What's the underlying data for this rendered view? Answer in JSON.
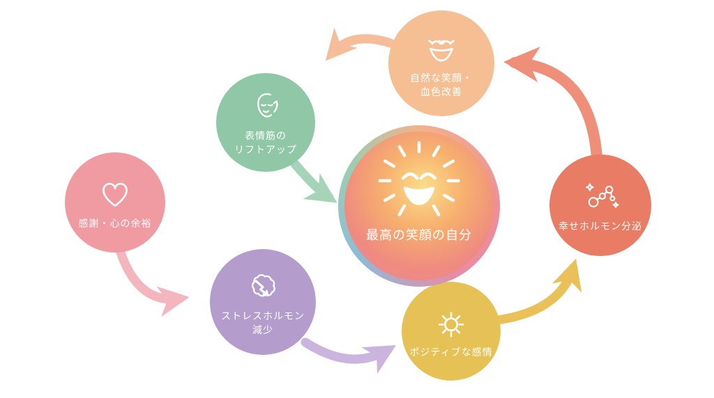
{
  "center": {
    "label": "最高の笑顔の自分",
    "icon": "sun-smile-face-icon",
    "ring_colors": [
      "#f2b28c",
      "#ee8e95",
      "#e98ba6",
      "#8cbcd8",
      "#9bceb2"
    ],
    "fill_gradient": [
      "#fbdf8a",
      "#f7b06e",
      "#ef8b80",
      "#ee8399"
    ]
  },
  "nodes": [
    {
      "id": "gratitude",
      "label": "感謝・心の余裕",
      "icon": "heart-icon",
      "color": "#f09aa1"
    },
    {
      "id": "facial-lift",
      "label": "表情筋の\nリフトアップ",
      "icon": "face-lift-icon",
      "color": "#90c8a7"
    },
    {
      "id": "natural-smile",
      "label": "自然な笑顔・\n血色改善",
      "icon": "smiling-face-icon",
      "color": "#f6bf93"
    },
    {
      "id": "stress-down",
      "label": "ストレスホルモン\n減少",
      "icon": "brain-down-arrow-icon",
      "color": "#b49ccd"
    },
    {
      "id": "positive-emotion",
      "label": "ポジティブな感情",
      "icon": "sun-icon",
      "color": "#e6c155"
    },
    {
      "id": "happy-hormone",
      "label": "幸せホルモン分泌",
      "icon": "molecule-sparkle-icon",
      "color": "#e97c64"
    }
  ],
  "arrows": [
    {
      "from": "gratitude",
      "to": "stress-down",
      "color": "#f3b6bf"
    },
    {
      "from": "stress-down",
      "to": "positive-emotion",
      "color": "#cbb4de"
    },
    {
      "from": "positive-emotion",
      "to": "happy-hormone",
      "color": "#eac158"
    },
    {
      "from": "happy-hormone",
      "to": "natural-smile",
      "color": "#ef8f79"
    },
    {
      "from": "natural-smile",
      "to": "facial-lift",
      "color": "#f5bd9a"
    },
    {
      "from": "facial-lift",
      "to": "center",
      "color": "#a6d4b9"
    }
  ]
}
